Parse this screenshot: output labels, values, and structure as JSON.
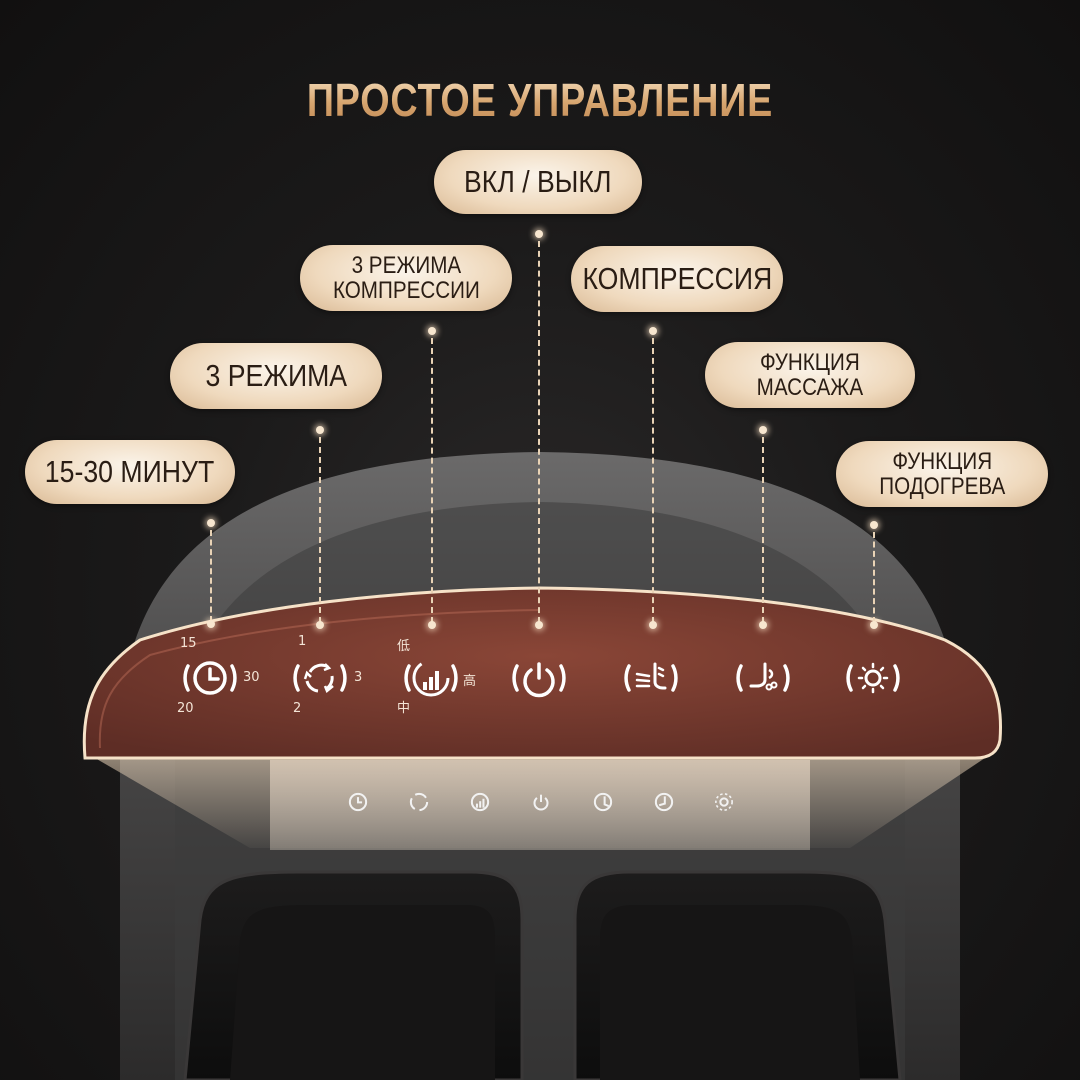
{
  "title": "ПРОСТОЕ УПРАВЛЕНИЕ",
  "callouts": {
    "timer": "15-30  МИНУТ",
    "modes": "3 РЕЖИМА",
    "compression_modes": "3 РЕЖИМА\nКОМПРЕССИИ",
    "power": "ВКЛ / ВЫКЛ",
    "compression": "КОМПРЕССИЯ",
    "massage": "ФУНКЦИЯ\nМАССАЖА",
    "heating": "ФУНКЦИЯ\nПОДОГРЕВА"
  },
  "panel": {
    "timer_labels": {
      "top": "15",
      "right": "30",
      "bottom": "20"
    },
    "mode_labels": {
      "top": "1",
      "right": "3",
      "bottom": "2"
    },
    "intensity_labels": {
      "top": "低",
      "right": "高",
      "bottom": "中"
    }
  },
  "icons": [
    "clock-icon",
    "cycle-icon",
    "signal-bars-icon",
    "power-icon",
    "compression-icon",
    "massage-icon",
    "sun-icon"
  ],
  "colors": {
    "background": "#141212",
    "pill": "#efd9bd",
    "panel": "#7c3e34",
    "title": "#d7a56f"
  }
}
